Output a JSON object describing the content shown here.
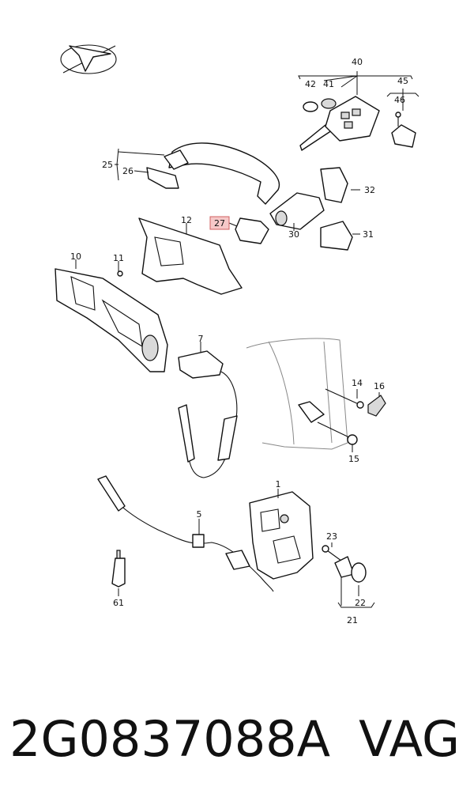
{
  "callouts": {
    "c1": "1",
    "c5": "5",
    "c7": "7",
    "c10": "10",
    "c11": "11",
    "c12": "12",
    "c14": "14",
    "c15": "15",
    "c16": "16",
    "c21": "21",
    "c22": "22",
    "c23": "23",
    "c25": "25",
    "c26": "26",
    "c27": "27",
    "c30": "30",
    "c31": "31",
    "c32": "32",
    "c40": "40",
    "c41": "41",
    "c42": "42",
    "c45": "45",
    "c46": "46",
    "c61": "61"
  },
  "highlighted_callout": "27",
  "footer": {
    "part_number": "2G0837088A",
    "brand": "VAG"
  },
  "colors": {
    "highlight_fill": "#f6c8c8",
    "highlight_stroke": "#d06060",
    "line": "#111111"
  }
}
